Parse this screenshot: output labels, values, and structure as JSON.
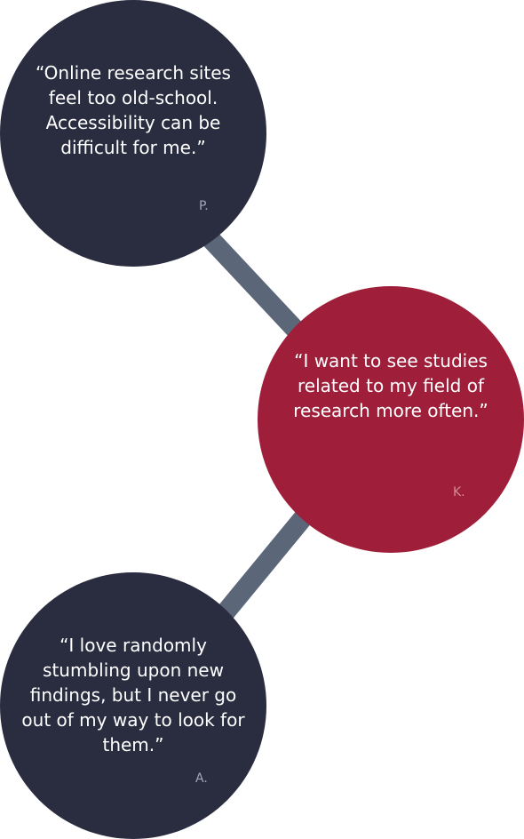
{
  "quotes": [
    {
      "text": "“Online research sites feel too old-school. Accessibility can be difficult for me.”",
      "author": "P."
    },
    {
      "text": "“I want to see studies related to my field of research more often.”",
      "author": "K."
    },
    {
      "text": "“I love randomly stumbling upon new findings, but I never go out of my way to look for them.”",
      "author": "A."
    }
  ],
  "colors": {
    "dark_bubble": "#2a2d40",
    "accent_bubble": "#9f1f3b",
    "connector": "#5b6679"
  }
}
